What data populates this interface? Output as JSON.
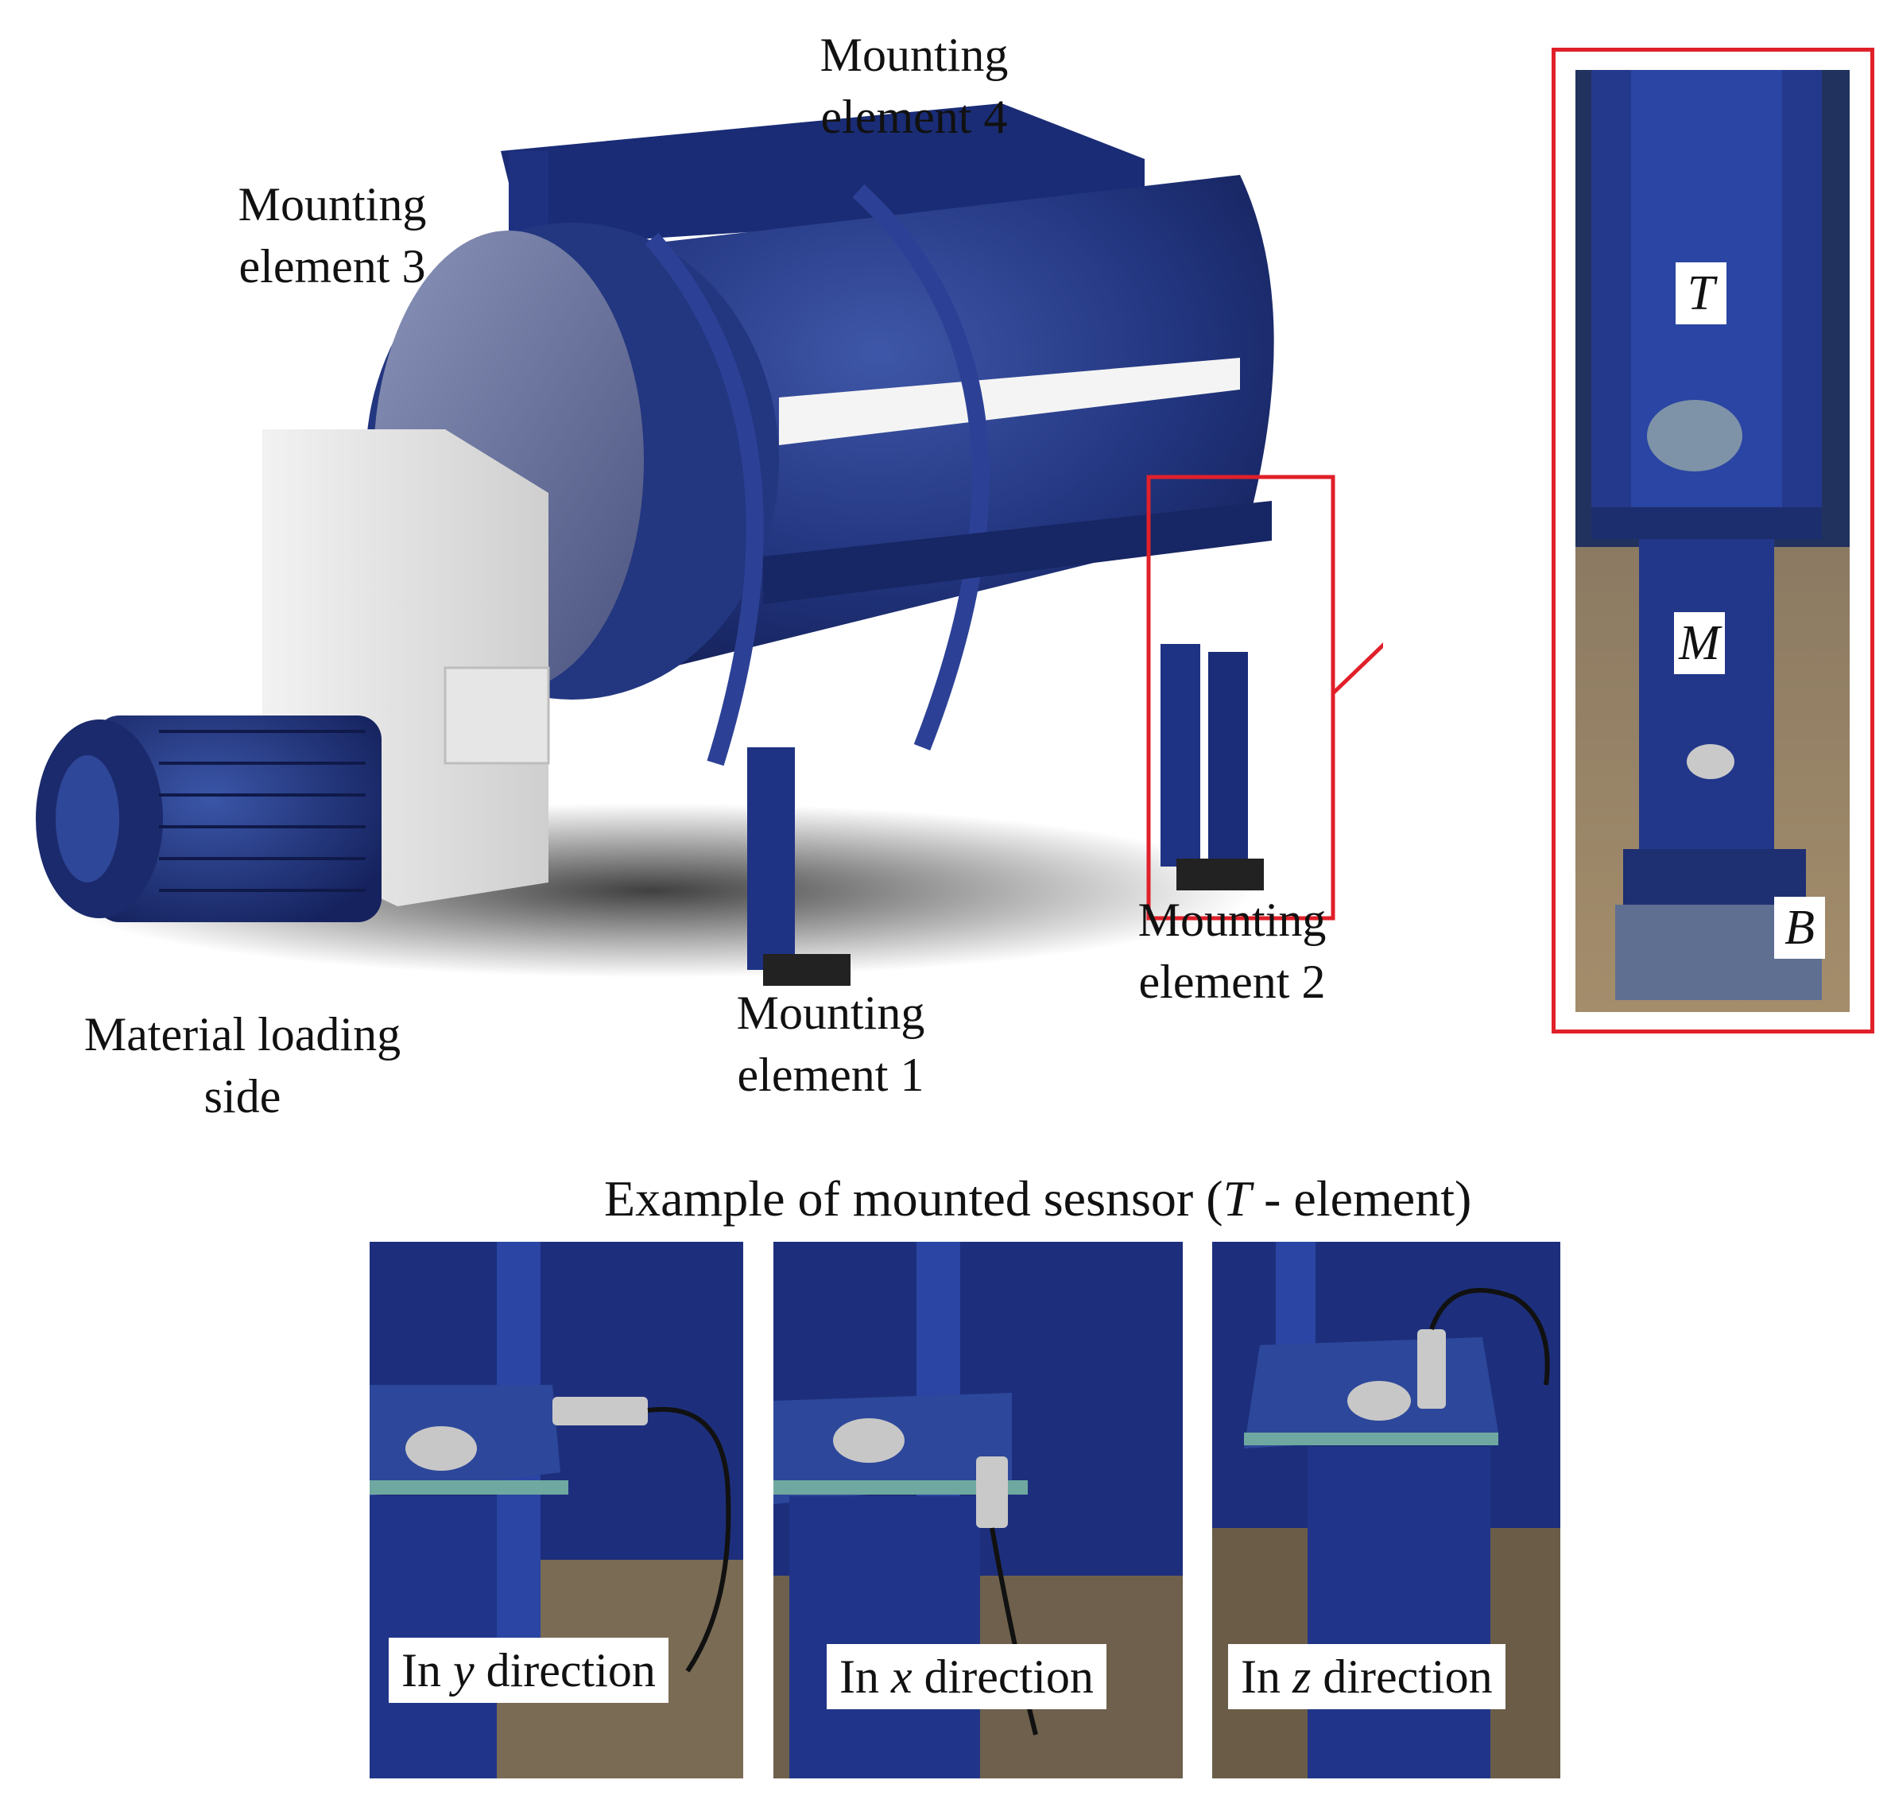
{
  "labels": {
    "mounting_element_1": [
      "Mounting",
      "element 1"
    ],
    "mounting_element_2": [
      "Mounting",
      "element 2"
    ],
    "mounting_element_3": [
      "Mounting",
      "element 3"
    ],
    "mounting_element_4": [
      "Mounting",
      "element 4"
    ],
    "material_loading_side": [
      "Material loading",
      "side"
    ]
  },
  "detail": {
    "top": "T",
    "middle": "M",
    "bottom": "B"
  },
  "caption": {
    "prefix": "Example of mounted sesnsor (",
    "element": "T",
    "suffix": " - element)"
  },
  "sensor_photos": [
    {
      "pre": "In ",
      "axis": "y",
      "post": " direction"
    },
    {
      "pre": "In ",
      "axis": "x",
      "post": " direction"
    },
    {
      "pre": "In ",
      "axis": "z",
      "post": " direction"
    }
  ],
  "colors": {
    "machine_blue": "#1c2f7a",
    "highlight_red": "#e0202a",
    "housing_grey": "#dcdcdc"
  }
}
